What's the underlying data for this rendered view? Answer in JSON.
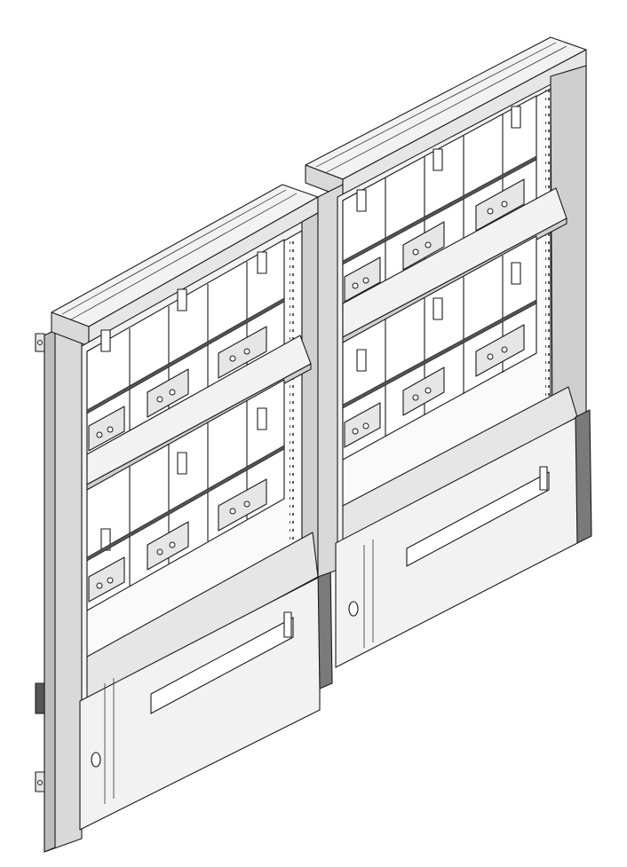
{
  "colors": {
    "background": "#ffffff",
    "outline": "#1a1a1a",
    "frame_light": "#f2f2f2",
    "frame_mid": "#d9d9d9",
    "frame_dark": "#a8a8a8",
    "rail": "#7a7a7a",
    "terminal": "#e6e6e6"
  },
  "cabinets": [
    {
      "id": "left",
      "modules_per_row": 5,
      "rows": 2
    },
    {
      "id": "right",
      "modules_per_row": 5,
      "rows": 2
    }
  ]
}
